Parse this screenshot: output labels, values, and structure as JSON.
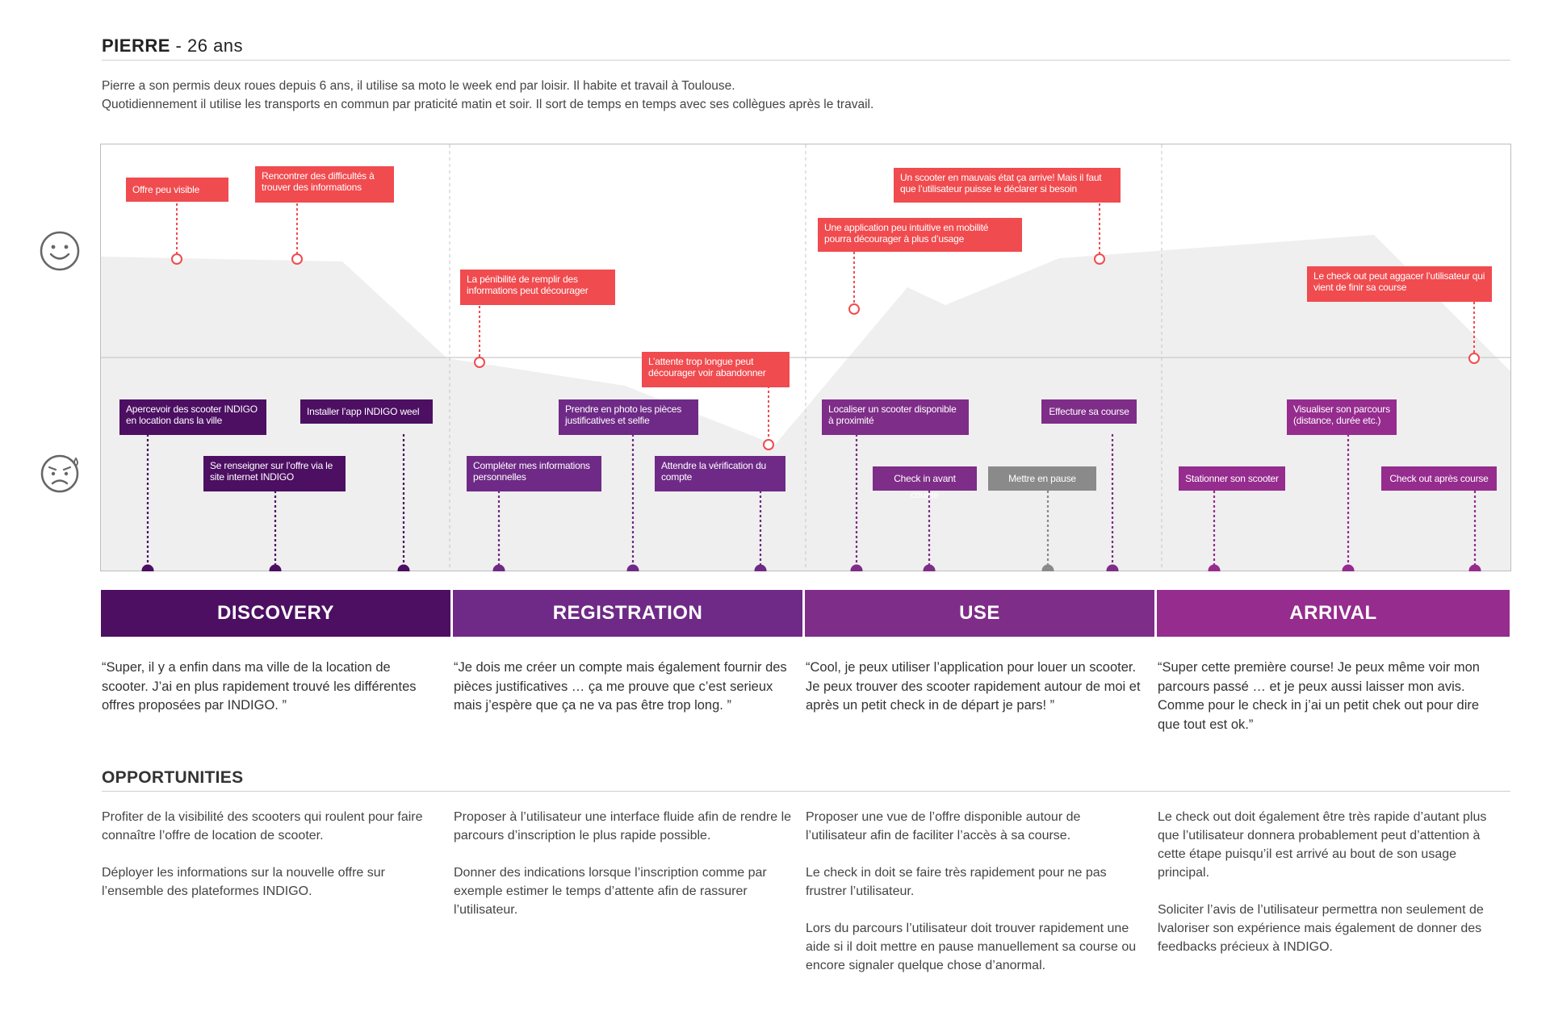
{
  "persona": {
    "name": "PIERRE",
    "age": "- 26 ans"
  },
  "description": [
    "Pierre a son permis deux roues depuis 6 ans, il utilise sa moto le week end par loisir. Il habite et travail à Toulouse.",
    "Quotidiennement il utilise les transports en commun par praticité matin et soir. Il sort de temps en temps avec ses collègues après le travail."
  ],
  "colors": {
    "pain": "#f04b4f",
    "discovery": "#4c0f62",
    "registration": "#6e2a86",
    "use": "#7e2d88",
    "arrival": "#952c8e",
    "pause": "#8a8a8a",
    "curve": "#efefef"
  },
  "icons": {
    "happy": "smiley-face-icon",
    "unhappy": "sad-sweat-face-icon"
  },
  "pain_points": [
    {
      "text": "Offre peu visible"
    },
    {
      "text": "Rencontrer des difficultés à trouver des informations"
    },
    {
      "text": "La pénibilité de remplir des informations peut décourager"
    },
    {
      "text": "L’attente trop longue peut décourager voir abandonner"
    },
    {
      "text": "Une application peu intuitive en mobilité pourra décourager à plus d’usage"
    },
    {
      "text": "Un scooter en mauvais état ça arrive! Mais il faut que l’utilisateur puisse le déclarer si besoin"
    },
    {
      "text": "Le check out peut aggacer l’utilisateur qui vient de finir sa course"
    }
  ],
  "actions": [
    {
      "text": "Apercevoir des scooter INDIGO en location dans la ville",
      "phase": "discovery"
    },
    {
      "text": "Se renseigner sur l’offre via le site internet INDIGO",
      "phase": "discovery"
    },
    {
      "text": "Installer l’app INDIGO weel",
      "phase": "discovery"
    },
    {
      "text": "Compléter mes informations personnelles",
      "phase": "registration"
    },
    {
      "text": "Prendre en photo les pièces justificatives et selfie",
      "phase": "registration"
    },
    {
      "text": "Attendre la vérification du compte",
      "phase": "registration"
    },
    {
      "text": "Localiser un scooter disponible à proximité",
      "phase": "use"
    },
    {
      "text": "Check in avant course",
      "phase": "use"
    },
    {
      "text": "Mettre en pause",
      "phase": "pause"
    },
    {
      "text": "Effecture sa course",
      "phase": "use"
    },
    {
      "text": "Stationner son scooter",
      "phase": "arrival"
    },
    {
      "text": "Visualiser son parcours (distance, durée etc.)",
      "phase": "arrival"
    },
    {
      "text": "Check out après course",
      "phase": "arrival"
    }
  ],
  "phases": [
    {
      "label": "DISCOVERY",
      "quote": "“Super, il y a enfin dans ma ville de la location de scooter. J’ai en plus rapidement trouvé les différentes offres proposées par INDIGO. ”",
      "opportunities": [
        "Profiter de la visibilité des scooters qui roulent pour faire connaître l’offre de location de scooter.",
        "Déployer les informations sur la nouvelle offre sur l’ensemble des plateformes INDIGO."
      ]
    },
    {
      "label": "REGISTRATION",
      "quote": "“Je dois me créer un compte mais également fournir des pièces justificatives … ça me prouve que c’est serieux mais j’espère que ça ne va pas être trop long. ”",
      "opportunities": [
        "Proposer à l’utilisateur une interface fluide afin de rendre le parcours d’inscription le plus rapide possible.",
        "Donner des indications lorsque l’inscription comme par exemple estimer le temps d’attente afin de rassurer l’utilisateur."
      ]
    },
    {
      "label": "USE",
      "quote": "“Cool, je peux utiliser l’application pour louer un scooter. Je peux trouver des scooter rapidement autour de moi et après un petit check in de départ je pars! ”",
      "opportunities": [
        "Proposer une vue de l’offre disponible autour de l’utilisateur afin de faciliter l’accès à sa course.",
        "Le check in doit se faire très rapidement pour ne pas frustrer l’utilisateur.",
        "Lors du parcours l’utilisateur doit trouver rapidement une aide si il doit mettre en pause manuellement sa course ou encore signaler quelque chose d’anormal."
      ]
    },
    {
      "label": "ARRIVAL",
      "quote": "“Super cette première course! Je peux même voir mon parcours passé … et je peux aussi laisser mon avis. Comme pour le check in j’ai un petit chek out pour dire que tout est ok.”",
      "opportunities": [
        "Le check out doit également être très rapide d’autant plus que l’utilisateur donnera probablement peut d’attention à cette étape puisqu’il est arrivé au bout de son usage principal.",
        "Soliciter l’avis de l’utilisateur permettra non seulement de lvaloriser son expérience mais également de donner des feedbacks précieux à INDIGO."
      ]
    }
  ],
  "opportunities_title": "OPPORTUNITIES"
}
